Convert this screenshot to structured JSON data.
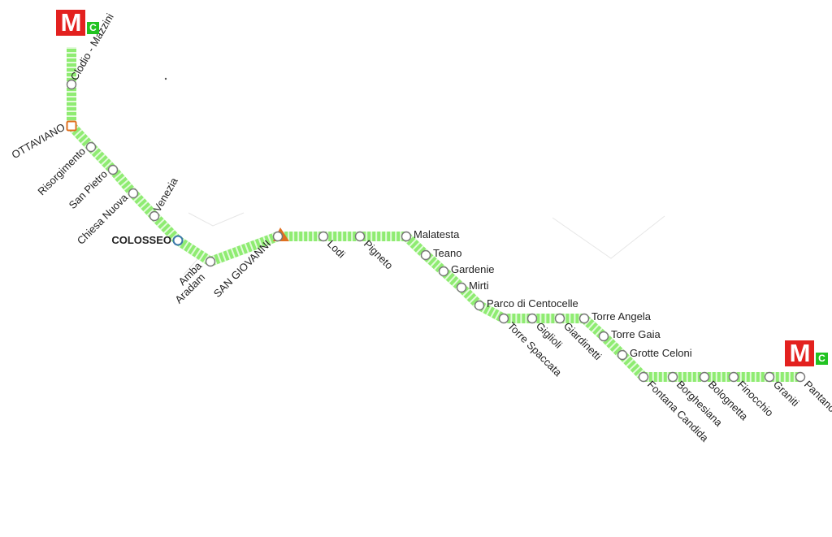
{
  "line": {
    "name": "C",
    "color": "#8fec72",
    "dash_color": "#ffffff",
    "logo_letter": "M",
    "logo_color": "#e3211f",
    "badge_color": "#22c322",
    "interchange_color": "#e07020",
    "blue_interchange_color": "#3a78a8"
  },
  "terminals": [
    {
      "key": "north",
      "letter": "M",
      "line": "C"
    },
    {
      "key": "south",
      "letter": "M",
      "line": "C"
    }
  ],
  "stations": [
    {
      "name": "Clodio - Mazzini",
      "type": "regular"
    },
    {
      "name": "OTTAVIANO",
      "type": "interchange"
    },
    {
      "name": "Risorgimento",
      "type": "regular"
    },
    {
      "name": "San Pietro",
      "type": "regular"
    },
    {
      "name": "Chiesa Nuova",
      "type": "regular"
    },
    {
      "name": "Venezia",
      "type": "regular"
    },
    {
      "name": "COLOSSEO",
      "type": "interchange-blue"
    },
    {
      "name": "Amba Aradam",
      "type": "regular"
    },
    {
      "name": "SAN GIOVANNI",
      "type": "interchange"
    },
    {
      "name": "Lodi",
      "type": "regular"
    },
    {
      "name": "Pigneto",
      "type": "regular"
    },
    {
      "name": "Malatesta",
      "type": "regular"
    },
    {
      "name": "Teano",
      "type": "regular"
    },
    {
      "name": "Gardenie",
      "type": "regular"
    },
    {
      "name": "Mirti",
      "type": "regular"
    },
    {
      "name": "Parco di Centocelle",
      "type": "regular"
    },
    {
      "name": "Torre Spaccata",
      "type": "regular"
    },
    {
      "name": "Giglioli",
      "type": "regular"
    },
    {
      "name": "Giardinetti",
      "type": "regular"
    },
    {
      "name": "Torre Angela",
      "type": "regular"
    },
    {
      "name": "Torre Gaia",
      "type": "regular"
    },
    {
      "name": "Grotte Celoni",
      "type": "regular"
    },
    {
      "name": "Fontana Candida",
      "type": "regular"
    },
    {
      "name": "Borghesiana",
      "type": "regular"
    },
    {
      "name": "Bolognetta",
      "type": "regular"
    },
    {
      "name": "Finocchio",
      "type": "regular"
    },
    {
      "name": "Graniti",
      "type": "regular"
    },
    {
      "name": "Pantano",
      "type": "regular"
    }
  ]
}
